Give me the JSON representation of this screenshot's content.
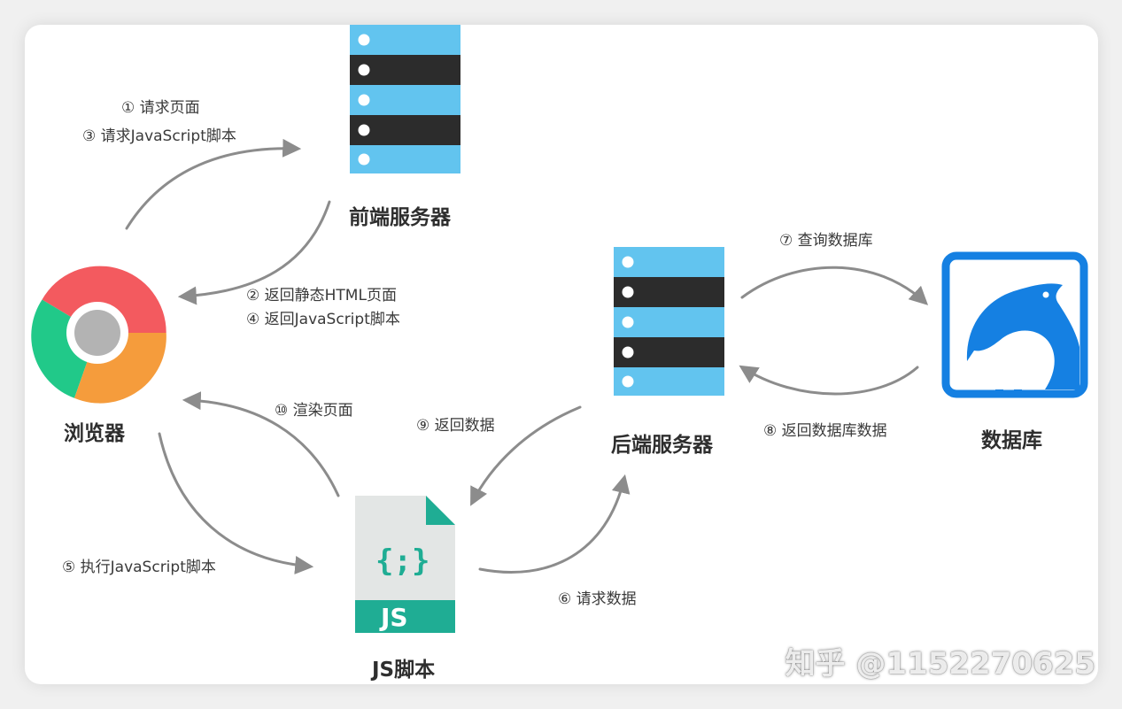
{
  "nodes": {
    "frontend": "前端服务器",
    "browser": "浏览器",
    "backend": "后端服务器",
    "database": "数据库",
    "js": "JS脚本"
  },
  "js_badge": "JS",
  "js_braces": "{;}",
  "steps": {
    "s1": "① 请求页面",
    "s3": "③ 请求JavaScript脚本",
    "s2": "② 返回静态HTML页面",
    "s4": "④ 返回JavaScript脚本",
    "s10": "⑩ 渲染页面",
    "s9": "⑨ 返回数据",
    "s7": "⑦ 查询数据库",
    "s8": "⑧ 返回数据库数据",
    "s5": "⑤ 执行JavaScript脚本",
    "s6": "⑥ 请求数据"
  },
  "watermark": "知乎 @1152270625",
  "icons": {
    "server": "server-rack-icon",
    "browser": "chrome-browser-icon",
    "database": "mysql-dolphin-icon",
    "script": "js-file-icon"
  },
  "colors": {
    "server_light": "#62c4ef",
    "server_dark": "#2c2c2c",
    "arrow": "#8c8c8c",
    "db_blue": "#1580e2",
    "js_green": "#1fad94",
    "chrome_red": "#f35a5f",
    "chrome_green": "#21c989",
    "chrome_orange": "#f59c3c",
    "chrome_center": "#b3b3b3"
  }
}
